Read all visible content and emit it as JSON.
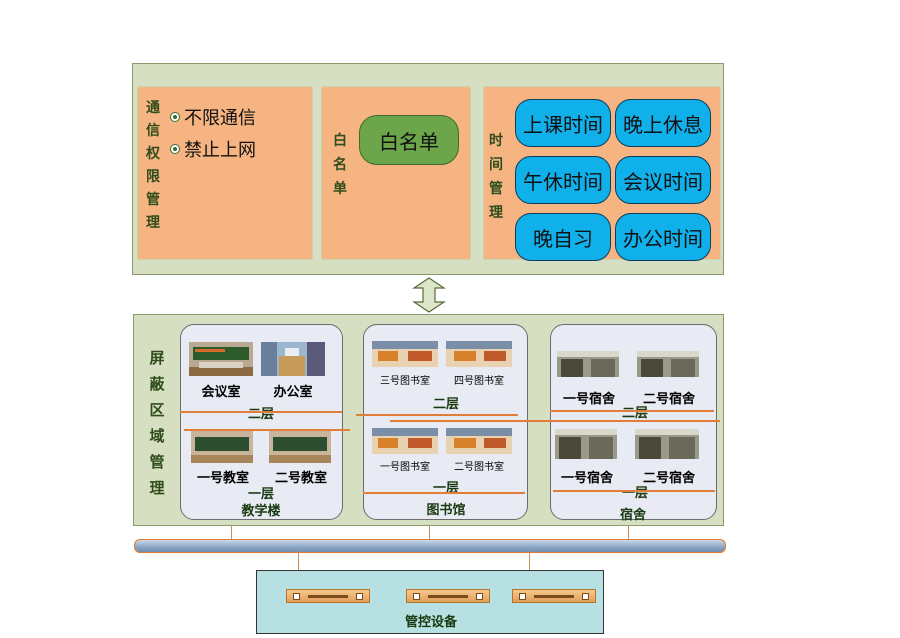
{
  "top_panel": {
    "comm": {
      "title": "通信权限管理",
      "options": [
        "不限通信",
        "禁止上网"
      ]
    },
    "whitelist": {
      "title": "白名单",
      "button": "白名单"
    },
    "time": {
      "title": "时间管理",
      "items": [
        "上课时间",
        "晚上休息",
        "午休时间",
        "会议时间",
        "晚自习",
        "办公时间"
      ]
    }
  },
  "shield": {
    "title": "屏蔽区域管理",
    "buildings": [
      {
        "name": "教学楼",
        "upper_floor": "二层",
        "upper_rooms": [
          "会议室",
          "办公室"
        ],
        "lower_floor": "一层",
        "lower_rooms": [
          "一号教室",
          "二号教室"
        ]
      },
      {
        "name": "图书馆",
        "upper_floor": "二层",
        "upper_rooms": [
          "三号图书室",
          "四号图书室"
        ],
        "lower_floor": "一层",
        "lower_rooms": [
          "一号图书室",
          "二号图书室"
        ]
      },
      {
        "name": "宿舍",
        "upper_floor": "二层",
        "upper_rooms": [
          "一号宿舍",
          "二号宿舍"
        ],
        "lower_floor": "一层",
        "lower_rooms": [
          "一号宿舍",
          "二号宿舍"
        ]
      }
    ]
  },
  "control": {
    "label": "管控设备"
  },
  "colors": {
    "panel_bg": "#d7dfc2",
    "sub_bg": "#f5b482",
    "pill": "#10b0ea",
    "whitelist_btn": "#6da64a",
    "card": "#e9ebf4",
    "device_box": "#b6e0e1"
  },
  "icons": [
    "double-arrow-icon",
    "radio-icon",
    "server-icon"
  ]
}
